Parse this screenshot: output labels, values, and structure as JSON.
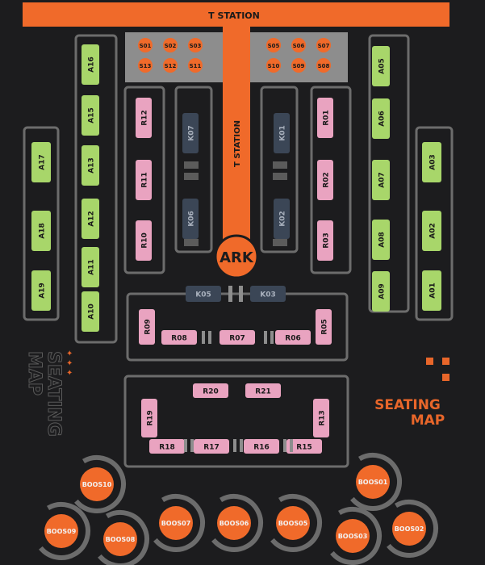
{
  "colors": {
    "background": "#1c1c1e",
    "stage_orange": "#f06a2a",
    "grey_zone": "#8d8d8d",
    "green_seat": "#a8d66a",
    "pink_seat": "#e9a3c0",
    "slate_seat": "#3b4656",
    "frame_grey": "#6c6c6c",
    "title_orange": "#e8662a"
  },
  "stage": {
    "top_label": "T STATION",
    "runway_label": "T STATION",
    "logo": "ARK"
  },
  "front_seats": {
    "left": [
      "S01",
      "S02",
      "S03",
      "S13",
      "S12",
      "S11"
    ],
    "right": [
      "S05",
      "S06",
      "S07",
      "S10",
      "S09",
      "S08"
    ]
  },
  "green_sections": {
    "left_inner": [
      "A16",
      "A15",
      "A13",
      "A12",
      "A11",
      "A10"
    ],
    "left_outer": [
      "A17",
      "A18",
      "A19"
    ],
    "right_inner": [
      "A05",
      "A06",
      "A07",
      "A08",
      "A09"
    ],
    "right_outer": [
      "A03",
      "A02",
      "A01"
    ]
  },
  "pink_sections": {
    "left_column": [
      "R12",
      "R11",
      "R10"
    ],
    "right_column": [
      "R01",
      "R02",
      "R03"
    ],
    "lower_ring": [
      "R09",
      "R08",
      "R07",
      "R06",
      "R05"
    ],
    "back_block": [
      "R20",
      "R21",
      "R19",
      "R13",
      "R18",
      "R17",
      "R16",
      "R15"
    ]
  },
  "k_sections": [
    "K07",
    "K06",
    "K01",
    "K02",
    "K05",
    "K03"
  ],
  "booths": [
    "BOOS10",
    "BOOS01",
    "BOOS09",
    "BOOS08",
    "BOOS07",
    "BOOS06",
    "BOOS05",
    "BOOS03",
    "BOOS02"
  ],
  "title": {
    "line1": "SEATING",
    "line2": "MAP"
  },
  "side_title": {
    "line1": "SEATING",
    "line2": "MAP"
  }
}
